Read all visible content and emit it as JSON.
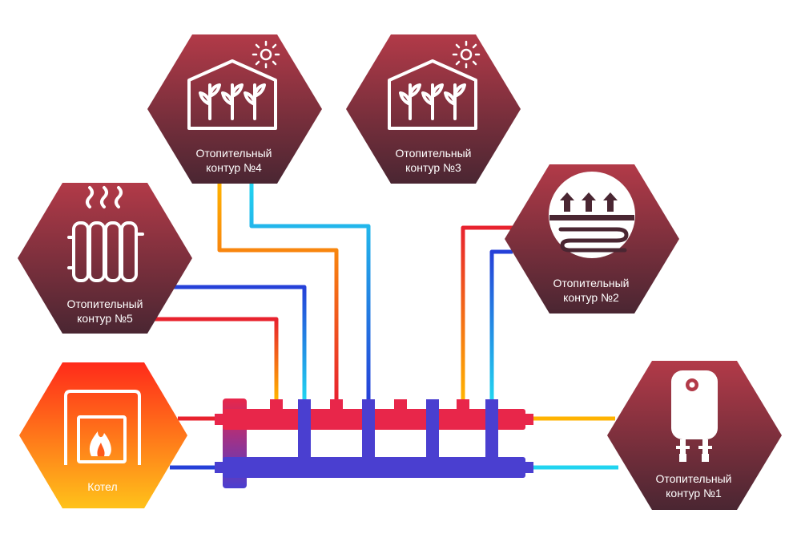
{
  "nodes": {
    "boiler": {
      "label": "Котел"
    },
    "circuit1": {
      "line1": "Отопительный",
      "line2": "контур  №1"
    },
    "circuit2": {
      "line1": "Отопительный",
      "line2": "контур  №2"
    },
    "circuit3": {
      "line1": "Отопительный",
      "line2": "контур  №3"
    },
    "circuit4": {
      "line1": "Отопительный",
      "line2": "контур  №4"
    },
    "circuit5": {
      "line1": "Отопительный",
      "line2": "контур  №5"
    }
  },
  "colors": {
    "hex_top": "#b23a48",
    "hex_bottom": "#4a2632",
    "boiler_top": "#ff2a1a",
    "boiler_bottom": "#ffc21a",
    "hot": "#e8222e",
    "cold": "#2540d8",
    "warm": "#ffb300",
    "cool": "#21d4f0",
    "manifold_hot": "#e8264a",
    "manifold_cold": "#4a3fd0"
  }
}
